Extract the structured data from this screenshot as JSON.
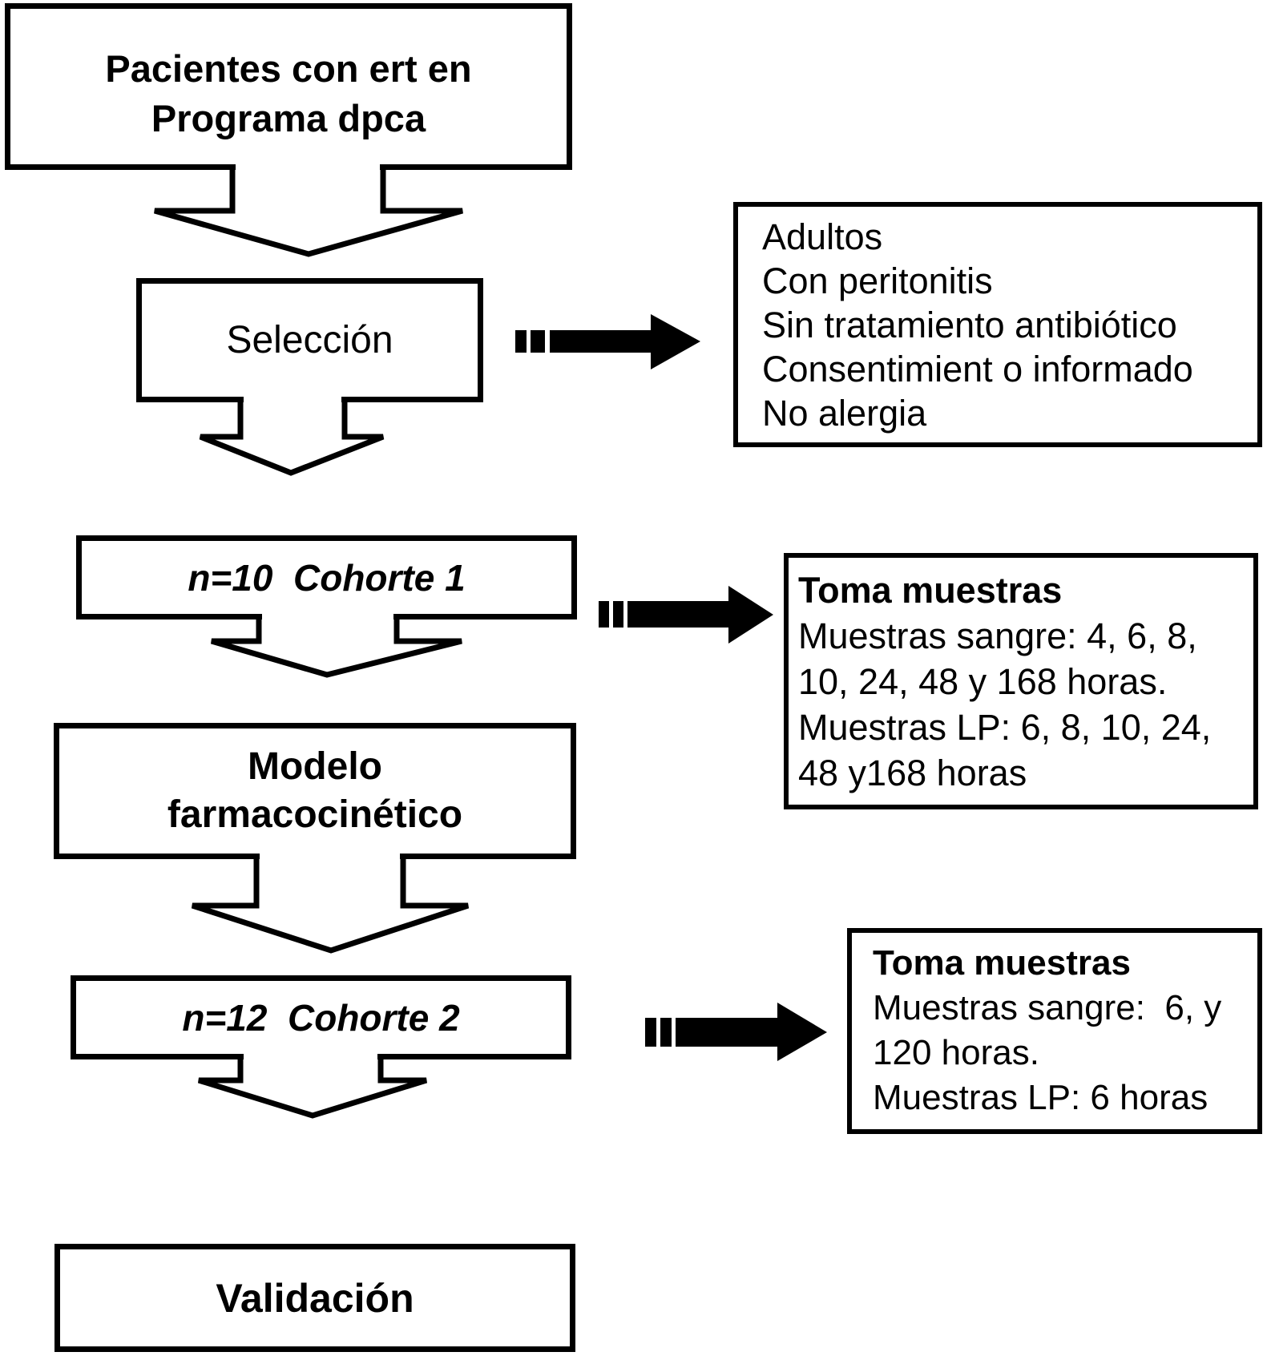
{
  "palette": {
    "ink": "#000000",
    "paper": "#ffffff"
  },
  "flowchart": {
    "patients_box": {
      "line1": "Pacientes con ert en",
      "line2": "Programa dpca"
    },
    "seleccion_box": {
      "label": "Selección"
    },
    "criteria_box": {
      "lines": [
        "Adultos",
        "Con peritonitis",
        "Sin tratamiento antibiótico",
        "Consentimient o informado",
        "No alergia"
      ]
    },
    "cohorte1_box": {
      "label": "n=10  Cohorte 1"
    },
    "muestras1_box": {
      "title": "Toma muestras",
      "lines": [
        "Muestras sangre: 4, 6, 8,",
        "10, 24, 48 y 168 horas.",
        "Muestras LP: 6, 8, 10, 24,",
        "48 y168 horas"
      ]
    },
    "modelo_box": {
      "line1": "Modelo",
      "line2": "farmacocinético"
    },
    "cohorte2_box": {
      "label": "n=12  Cohorte 2"
    },
    "muestras2_box": {
      "title": "Toma muestras",
      "lines": [
        "Muestras sangre:  6, y",
        "120 horas.",
        "Muestras LP: 6 horas"
      ]
    },
    "validacion_box": {
      "label": "Validación"
    }
  }
}
